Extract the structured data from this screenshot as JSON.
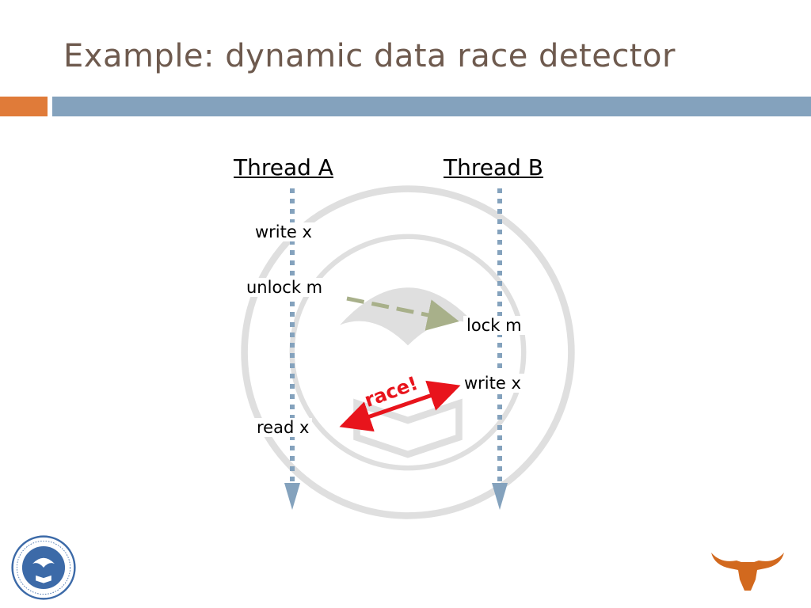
{
  "slide": {
    "title": "Example: dynamic data race detector"
  },
  "threads": {
    "a": {
      "label": "Thread A",
      "events": [
        "write x",
        "unlock m",
        "read x"
      ]
    },
    "b": {
      "label": "Thread B",
      "events": [
        "lock m",
        "write x"
      ]
    }
  },
  "annotations": {
    "race_label": "race!"
  },
  "colors": {
    "title_text": "#6e5a4e",
    "accent_orange": "#e07b39",
    "accent_blue": "#84a2bd",
    "timeline": "#84a2bd",
    "sync_arrow": "#a8b08a",
    "race_arrow": "#e8141c",
    "seal_blue": "#3c6aa8",
    "longhorn": "#d2691e"
  },
  "logos": {
    "left": "university-seal-logo",
    "right": "longhorn-logo"
  }
}
